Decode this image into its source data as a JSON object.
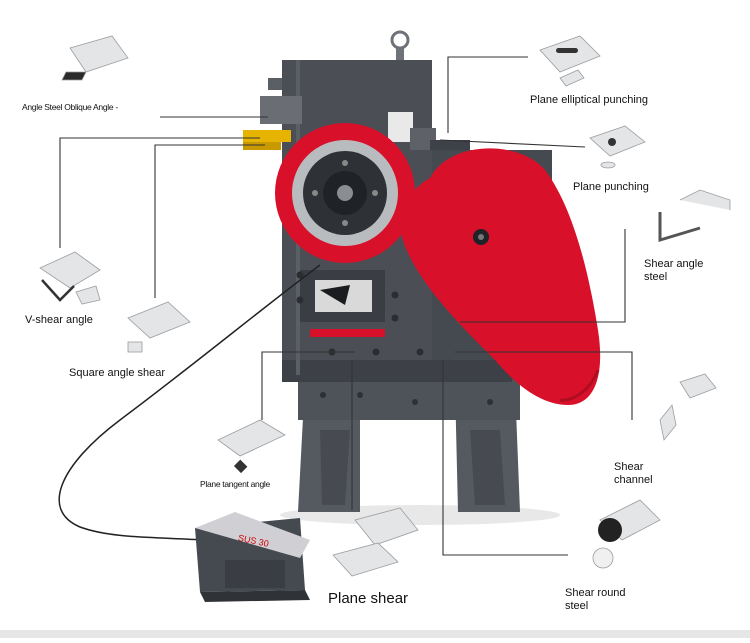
{
  "labels": {
    "angle_oblique": "Angle Steel Oblique Angle -",
    "plane_elliptical": "Plane elliptical punching",
    "plane_punching": "Plane punching",
    "shear_angle_steel": "Shear angle steel",
    "v_shear": "V-shear angle",
    "square_angle": "Square angle shear",
    "plane_tangent": "Plane tangent angle",
    "shear_channel": "Shear channel",
    "plane_shear": "Plane shear",
    "shear_round": "Shear round steel"
  },
  "pedal_text": "SUS 30",
  "colors": {
    "machine_body": "#4b4f55",
    "flywheel": "#d8102a",
    "yellow_tool": "#e6b400"
  }
}
